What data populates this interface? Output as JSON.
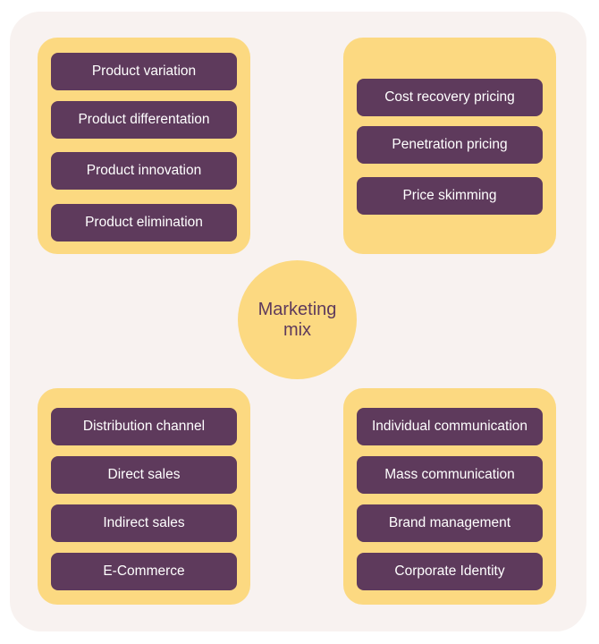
{
  "center": {
    "label": "Marketing mix"
  },
  "quadrants": {
    "top_left": {
      "items": [
        "Product variation",
        "Product differentation",
        "Product innovation",
        "Product elimination"
      ]
    },
    "top_right": {
      "items": [
        "Cost recovery pricing",
        "Penetration pricing",
        "Price skimming"
      ]
    },
    "bottom_left": {
      "items": [
        "Distribution channel",
        "Direct sales",
        "Indirect sales",
        "E-Commerce"
      ]
    },
    "bottom_right": {
      "items": [
        "Individual communication",
        "Mass communication",
        "Brand management",
        "Corporate Identity"
      ]
    }
  },
  "colors": {
    "background": "#f8f2f0",
    "panel": "#fcd981",
    "item": "#5e3a5c",
    "item_text": "#ffffff",
    "center_text": "#5e3a5c"
  }
}
